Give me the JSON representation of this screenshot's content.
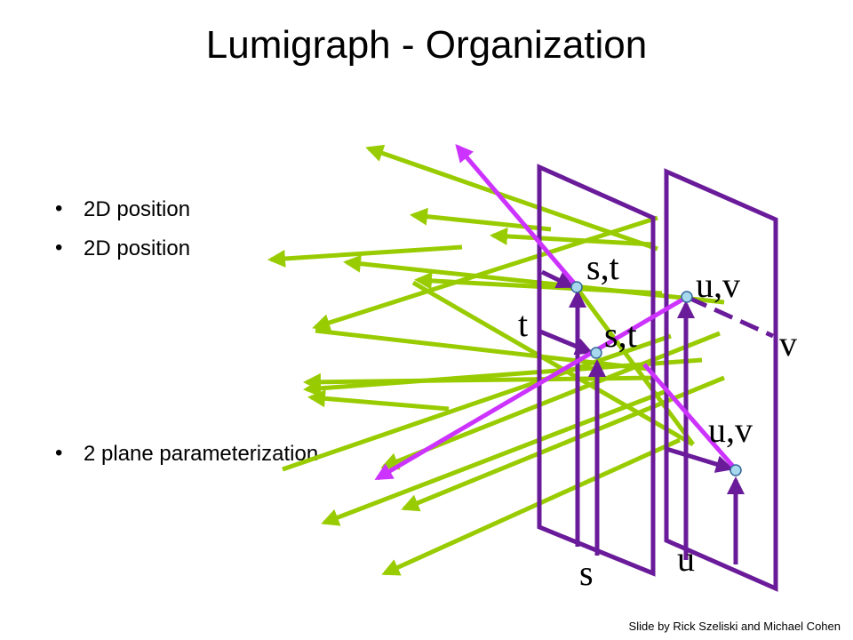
{
  "slide": {
    "title": "Lumigraph - Organization",
    "bullets": [
      "2D position",
      "2D position",
      "2 plane parameterization"
    ],
    "credit": "Slide by Rick Szeliski and Michael Cohen"
  },
  "diagram": {
    "labels": {
      "st_upper": "s,t",
      "st_lower": "s,t",
      "uv_upper": "u,v",
      "uv_lower": "u,v",
      "t_axis": "t",
      "s_axis": "s",
      "u_axis": "u",
      "v_axis": "v"
    },
    "colors": {
      "plane": "#6a1b9a",
      "ray_green": "#99cc00",
      "ray_magenta": "#cc33ff",
      "point_fill": "#a8d8ee",
      "point_stroke": "#336699"
    }
  }
}
